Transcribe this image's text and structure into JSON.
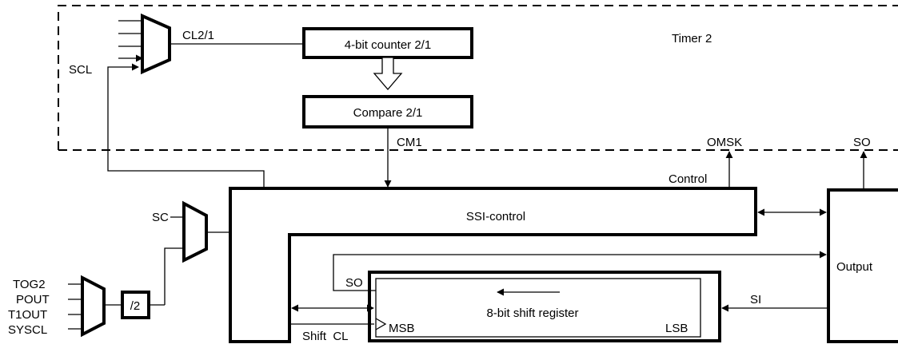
{
  "diagram": {
    "timer_label": "Timer 2",
    "counter_label": "4-bit counter 2/1",
    "compare_label": "Compare 2/1",
    "ssi_control_label": "SSI-control",
    "output_block_label": "Output",
    "shift_register_label": "8-bit shift register",
    "msb_label": "MSB",
    "lsb_label": "LSB",
    "signals": {
      "scl": "SCL",
      "cl2": "CL2/1",
      "cm1": "CM1",
      "omsk": "OMSK",
      "so_top": "SO",
      "control": "Control",
      "sc": "SC",
      "so_inner": "SO",
      "si": "SI",
      "shift_cl": "Shift  CL",
      "div2": "/2",
      "tog2": "TOG2",
      "pout": "POUT",
      "t1out": "T1OUT",
      "syscl": "SYSCL"
    }
  }
}
